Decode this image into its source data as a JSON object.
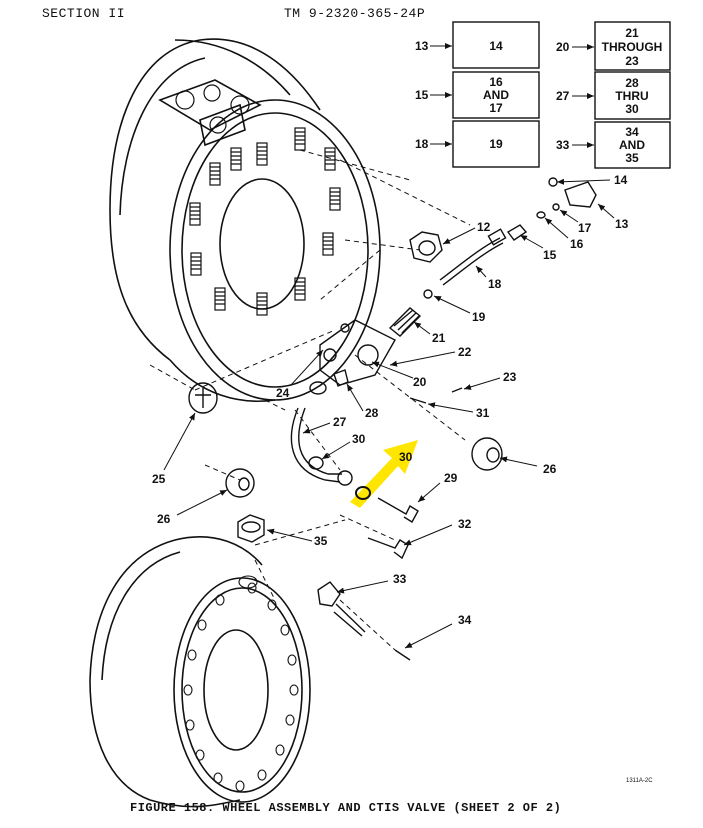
{
  "header": {
    "section": "SECTION II",
    "manual": "TM 9-2320-365-24P"
  },
  "index_boxes": [
    {
      "ref": "13",
      "text": [
        "14"
      ]
    },
    {
      "ref": "15",
      "text": [
        "16",
        "AND",
        "17"
      ]
    },
    {
      "ref": "18",
      "text": [
        "19"
      ]
    },
    {
      "ref": "20",
      "text": [
        "21",
        "THROUGH",
        "23"
      ]
    },
    {
      "ref": "27",
      "text": [
        "28",
        "THRU",
        "30"
      ]
    },
    {
      "ref": "33",
      "text": [
        "34",
        "AND",
        "35"
      ]
    }
  ],
  "callouts": [
    "12",
    "13",
    "14",
    "15",
    "16",
    "17",
    "18",
    "19",
    "20",
    "21",
    "22",
    "23",
    "24",
    "25",
    "26",
    "26",
    "27",
    "28",
    "29",
    "30",
    "30",
    "31",
    "32",
    "33",
    "34",
    "35"
  ],
  "highlight": {
    "item": "30",
    "color": "#FFE600"
  },
  "drawing_id": "1311A-2C",
  "caption": "FIGURE 158.  WHEEL ASSEMBLY AND CTIS VALVE (SHEET 2 OF 2)"
}
